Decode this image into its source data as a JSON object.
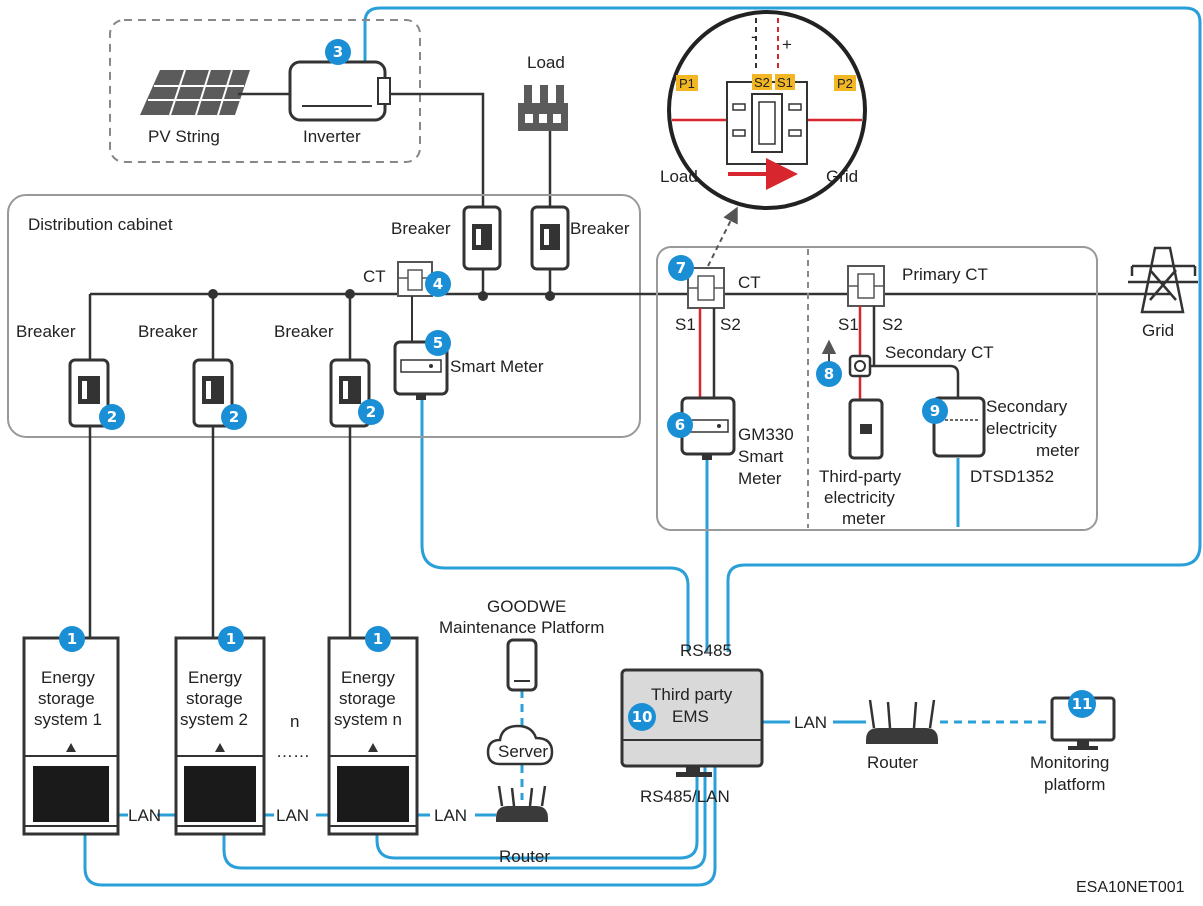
{
  "labels": {
    "pv_string": "PV String",
    "inverter": "Inverter",
    "load_top": "Load",
    "distribution_cabinet": "Distribution cabinet",
    "breaker": "Breaker",
    "ct": "CT",
    "smart_meter": "Smart Meter",
    "gm330_line1": "GM330",
    "gm330_line2": "Smart",
    "gm330_line3": "Meter",
    "primary_ct": "Primary CT",
    "secondary_ct": "Secondary CT",
    "s1": "S1",
    "s2": "S2",
    "third_party_meter_line1": "Third-party",
    "third_party_meter_line2": "electricity",
    "third_party_meter_line3": "meter",
    "secondary_meter_line1": "Secondary",
    "secondary_meter_line2": "electricity",
    "secondary_meter_line3": "meter",
    "dtsd": "DTSD1352",
    "grid": "Grid",
    "ess1_line1": "Energy",
    "ess1_line2": "storage",
    "ess1_line3": "system 1",
    "ess2_line1": "Energy",
    "ess2_line2": "storage",
    "ess2_line3": "system 2",
    "essn_line1": "Energy",
    "essn_line2": "storage",
    "essn_line3": "system n",
    "n": "n",
    "dots": "……",
    "lan": "LAN",
    "goodwe_line1": "GOODWE",
    "goodwe_line2": "Maintenance Platform",
    "server": "Server",
    "router": "Router",
    "rs485": "RS485",
    "rs485_lan": "RS485/LAN",
    "ems_line1": "Third party",
    "ems_line2": "EMS",
    "monitoring_line1": "Monitoring",
    "monitoring_line2": "platform",
    "figure_id": "ESA10NET001"
  },
  "ct_detail": {
    "minus": "-",
    "plus": "+",
    "p1": "P1",
    "p2": "P2",
    "s2": "S2",
    "s1": "S1",
    "load": "Load",
    "grid": "Grid"
  },
  "badges": [
    "1",
    "2",
    "3",
    "4",
    "5",
    "6",
    "7",
    "8",
    "9",
    "10",
    "11"
  ],
  "colors": {
    "comm_line": "#2a9fd8",
    "badge": "#1a8fd6",
    "power_line": "#333333",
    "ct_wire": "#d7262e",
    "tag_fill": "#f3b724"
  }
}
